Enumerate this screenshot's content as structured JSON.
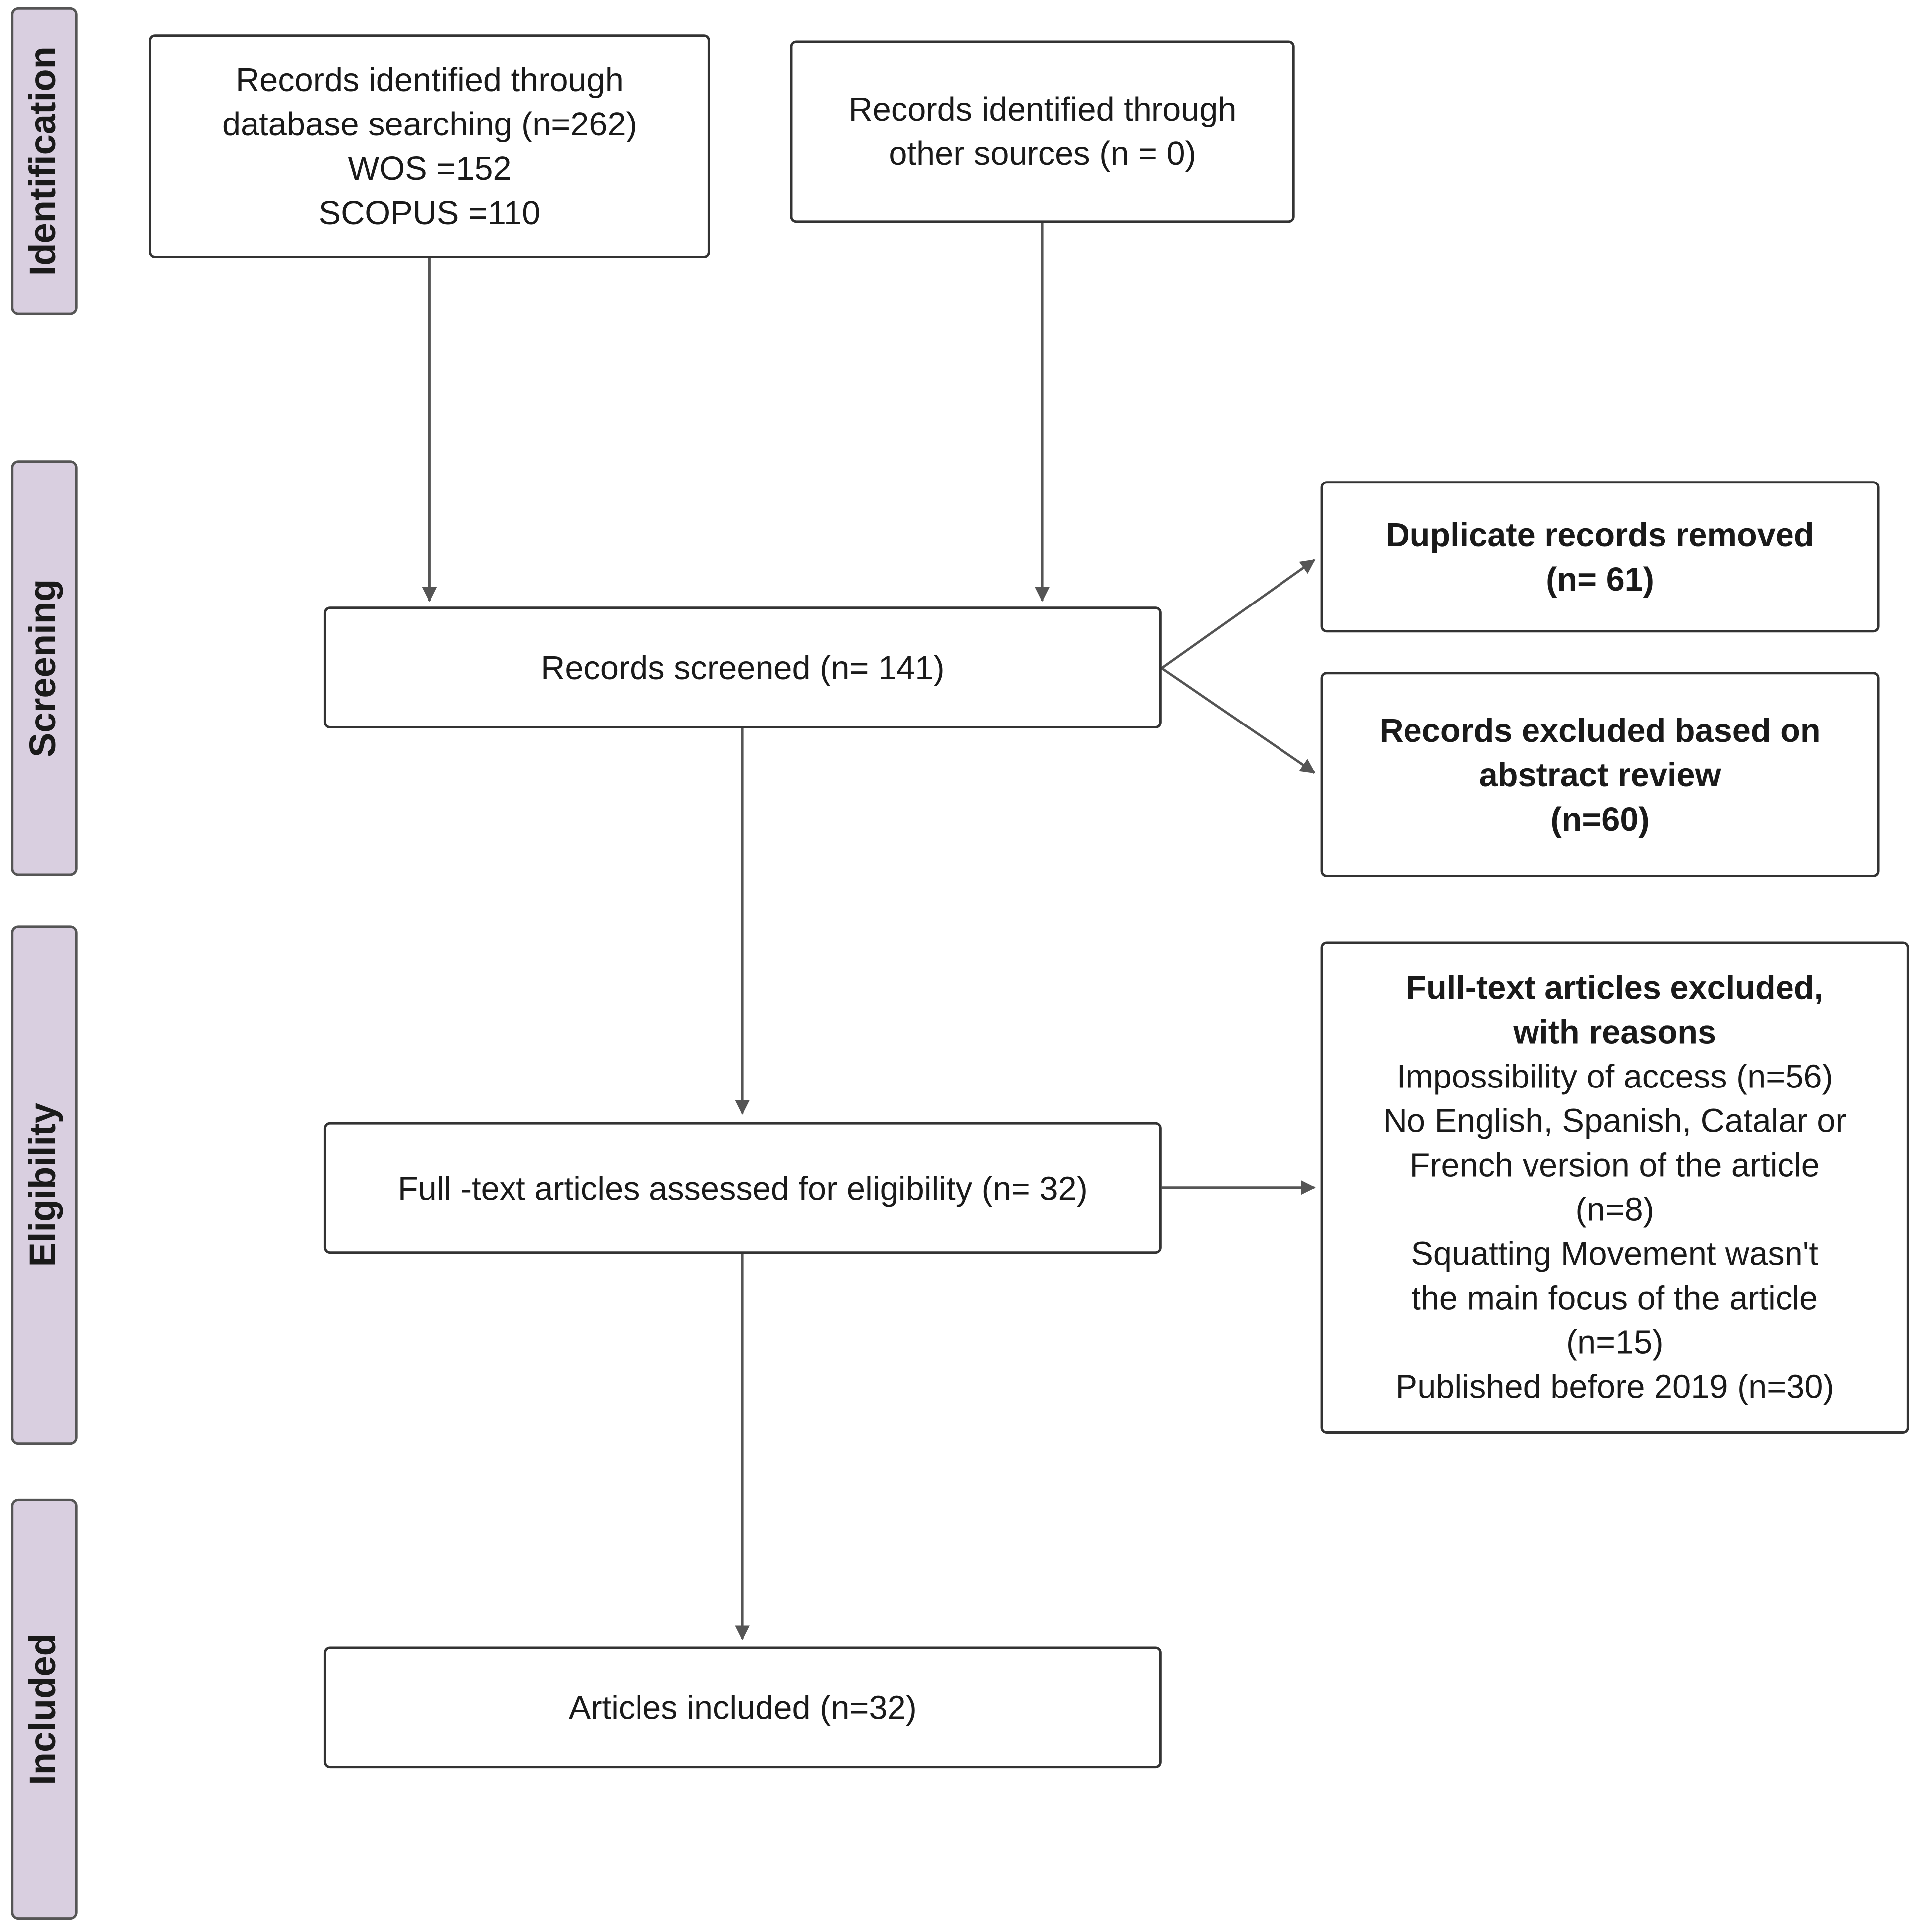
{
  "phases": {
    "identification": "Identification",
    "screening": "Screening",
    "eligibility": "Eligibility",
    "included": "Included"
  },
  "boxes": {
    "db_search": {
      "lines": [
        "Records identified through",
        "database searching (n=262)",
        "WOS =152",
        "SCOPUS =110"
      ]
    },
    "other_sources": {
      "lines": [
        "Records identified through",
        "other sources (n = 0)"
      ]
    },
    "screened": {
      "lines": [
        "Records screened (n= 141)"
      ]
    },
    "duplicates": {
      "lines": [
        "Duplicate records removed",
        "(n= 61)"
      ]
    },
    "abstract_excluded": {
      "lines": [
        "Records excluded based on",
        "abstract review",
        "(n=60)"
      ]
    },
    "fulltext_assessed": {
      "lines": [
        "Full -text articles assessed for eligibility (n= 32)"
      ]
    },
    "fulltext_excluded": {
      "heading": [
        "Full-text articles excluded,",
        "with reasons"
      ],
      "lines": [
        "Impossibility of access (n=56)",
        "No English, Spanish, Catalar or",
        "French version of the article",
        "(n=8)",
        "Squatting Movement wasn't",
        "the main focus of the article",
        "(n=15)",
        "Published before 2019 (n=30)"
      ]
    },
    "included": {
      "lines": [
        "Articles included (n=32)"
      ]
    }
  },
  "colors": {
    "phase_fill": "#d9cfe0",
    "box_border": "#333333",
    "arrow": "#555555"
  }
}
